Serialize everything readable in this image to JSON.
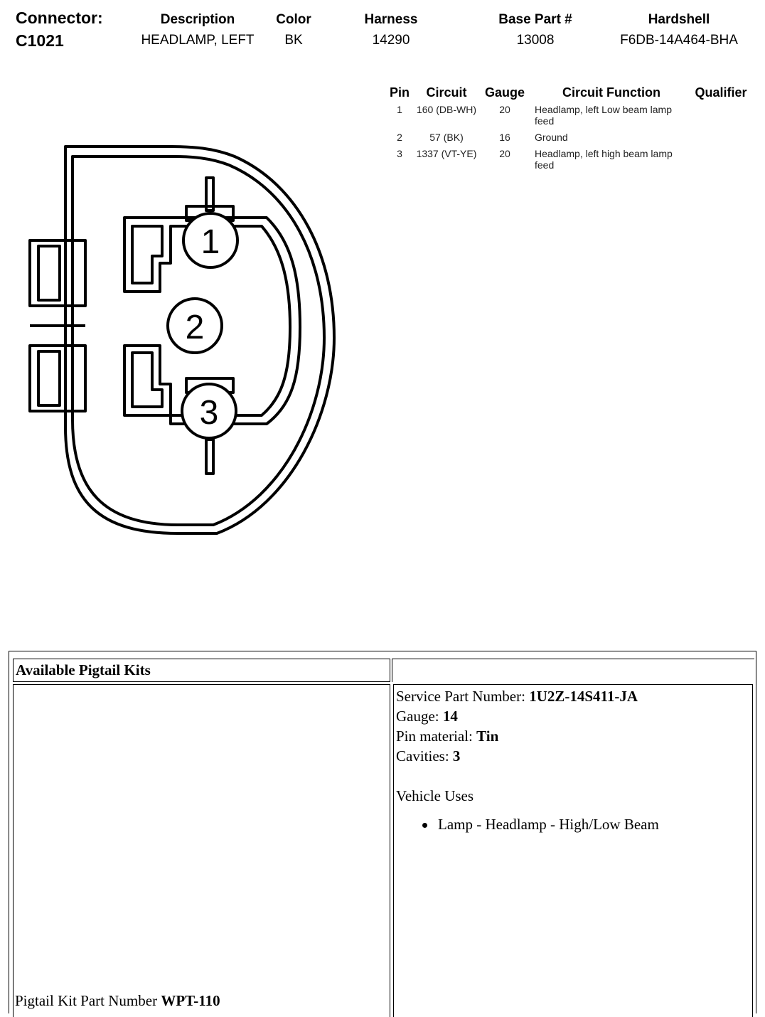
{
  "header": {
    "connector_label": "Connector:",
    "connector_id": "C1021",
    "columns": [
      {
        "heading": "Description",
        "value": "HEADLAMP, LEFT"
      },
      {
        "heading": "Color",
        "value": "BK"
      },
      {
        "heading": "Harness",
        "value": "14290"
      },
      {
        "heading": "Base Part #",
        "value": "13008"
      },
      {
        "heading": "Hardshell",
        "value": "F6DB-14A464-BHA"
      }
    ]
  },
  "pin_table": {
    "headers": {
      "pin": "Pin",
      "circuit": "Circuit",
      "gauge": "Gauge",
      "function": "Circuit Function",
      "qualifier": "Qualifier"
    },
    "rows": [
      {
        "pin": "1",
        "circuit": "160 (DB-WH)",
        "gauge": "20",
        "function": "Headlamp, left Low beam lamp feed",
        "qualifier": ""
      },
      {
        "pin": "2",
        "circuit": "57 (BK)",
        "gauge": "16",
        "function": "Ground",
        "qualifier": ""
      },
      {
        "pin": "3",
        "circuit": "1337 (VT-YE)",
        "gauge": "20",
        "function": "Headlamp, left high beam lamp feed",
        "qualifier": ""
      }
    ]
  },
  "diagram": {
    "pins": [
      "1",
      "2",
      "3"
    ]
  },
  "pigtail": {
    "title": "Available Pigtail Kits",
    "kit_part_label": "Pigtail Kit Part Number",
    "kit_part_value": "WPT-110",
    "service_part_label": "Service Part Number:",
    "service_part_value": "1U2Z-14S411-JA",
    "gauge_label": "Gauge:",
    "gauge_value": "14",
    "pin_material_label": "Pin material:",
    "pin_material_value": "Tin",
    "cavities_label": "Cavities:",
    "cavities_value": "3",
    "vehicle_uses_label": "Vehicle Uses",
    "uses": [
      "Lamp - Headlamp - High/Low Beam"
    ]
  }
}
